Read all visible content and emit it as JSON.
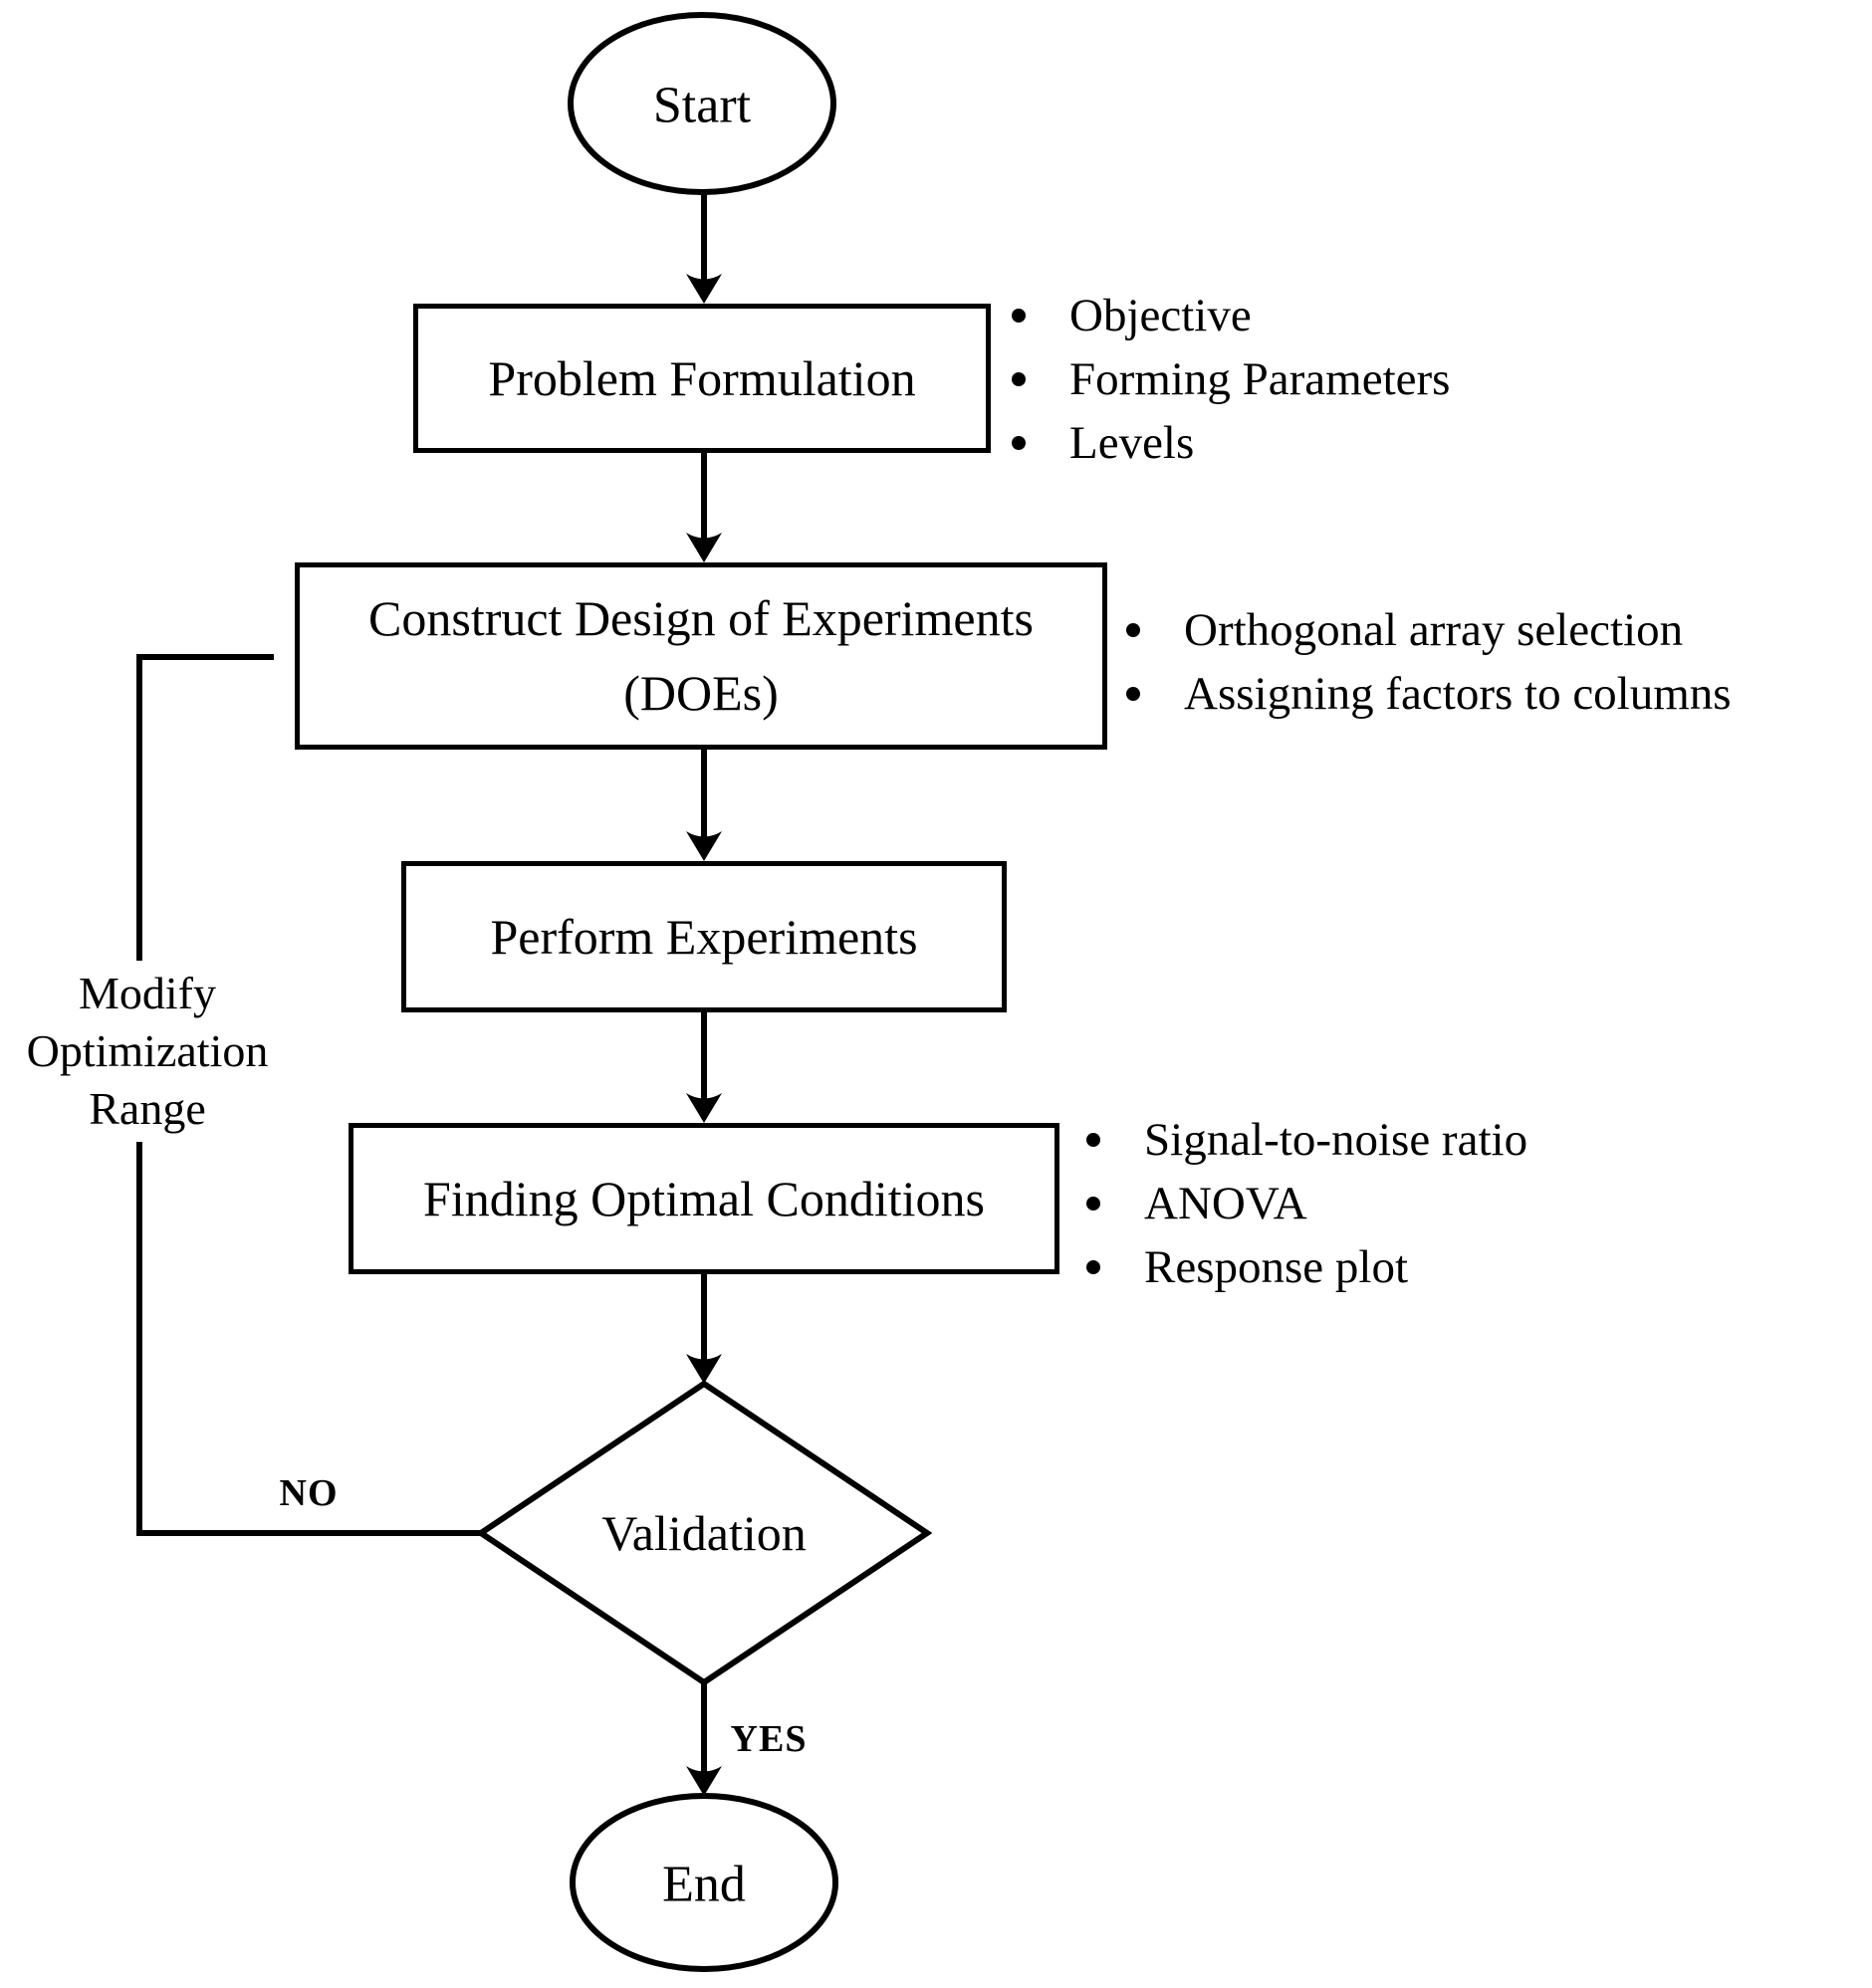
{
  "nodes": {
    "start": {
      "label": "Start"
    },
    "problem": {
      "label": "Problem Formulation"
    },
    "doe": {
      "lines": [
        "Construct Design of Experiments",
        "(DOEs)"
      ]
    },
    "perform": {
      "label": "Perform Experiments"
    },
    "finding": {
      "label": "Finding Optimal Conditions"
    },
    "validation": {
      "label": "Validation"
    },
    "end": {
      "label": "End"
    }
  },
  "annotations": {
    "problem_bullets": [
      "Objective",
      "Forming Parameters",
      "Levels"
    ],
    "doe_bullets": [
      "Orthogonal array selection",
      "Assigning factors to columns"
    ],
    "finding_bullets": [
      "Signal-to-noise ratio",
      "ANOVA",
      "Response plot"
    ]
  },
  "edges": {
    "no_label": "NO",
    "yes_label": "YES",
    "loop_label_lines": [
      "Modify",
      "Optimization",
      "Range"
    ]
  },
  "colors": {
    "line": "#000000",
    "background": "#ffffff"
  }
}
